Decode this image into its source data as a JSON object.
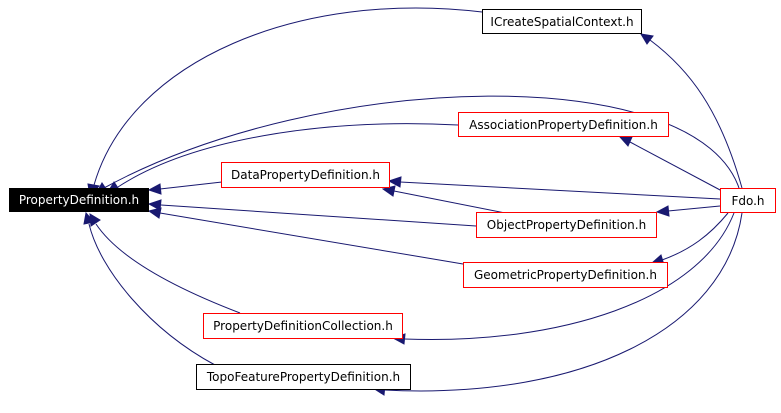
{
  "colors": {
    "edge": "#191970",
    "root_fill": "#000000",
    "root_text": "#ffffff",
    "node_border_black": "#000000",
    "node_border_red": "#ff0000"
  },
  "nodes": {
    "propdef": {
      "label": "PropertyDefinition.h",
      "style": "root"
    },
    "icreate": {
      "label": "ICreateSpatialContext.h",
      "style": "black"
    },
    "assoc": {
      "label": "AssociationPropertyDefinition.h",
      "style": "red"
    },
    "data": {
      "label": "DataPropertyDefinition.h",
      "style": "red"
    },
    "fdo": {
      "label": "Fdo.h",
      "style": "red"
    },
    "object": {
      "label": "ObjectPropertyDefinition.h",
      "style": "red"
    },
    "geometric": {
      "label": "GeometricPropertyDefinition.h",
      "style": "red"
    },
    "collection": {
      "label": "PropertyDefinitionCollection.h",
      "style": "red"
    },
    "topo": {
      "label": "TopoFeaturePropertyDefinition.h",
      "style": "black"
    }
  },
  "edges": [
    {
      "from": "icreate",
      "to": "propdef"
    },
    {
      "from": "fdo",
      "to": "propdef"
    },
    {
      "from": "assoc",
      "to": "propdef"
    },
    {
      "from": "data",
      "to": "propdef"
    },
    {
      "from": "object",
      "to": "propdef"
    },
    {
      "from": "geometric",
      "to": "propdef"
    },
    {
      "from": "collection",
      "to": "propdef"
    },
    {
      "from": "topo",
      "to": "propdef"
    },
    {
      "from": "fdo",
      "to": "icreate"
    },
    {
      "from": "fdo",
      "to": "assoc"
    },
    {
      "from": "fdo",
      "to": "data"
    },
    {
      "from": "object",
      "to": "data"
    },
    {
      "from": "fdo",
      "to": "object"
    },
    {
      "from": "fdo",
      "to": "geometric"
    },
    {
      "from": "fdo",
      "to": "collection"
    },
    {
      "from": "fdo",
      "to": "topo"
    }
  ]
}
